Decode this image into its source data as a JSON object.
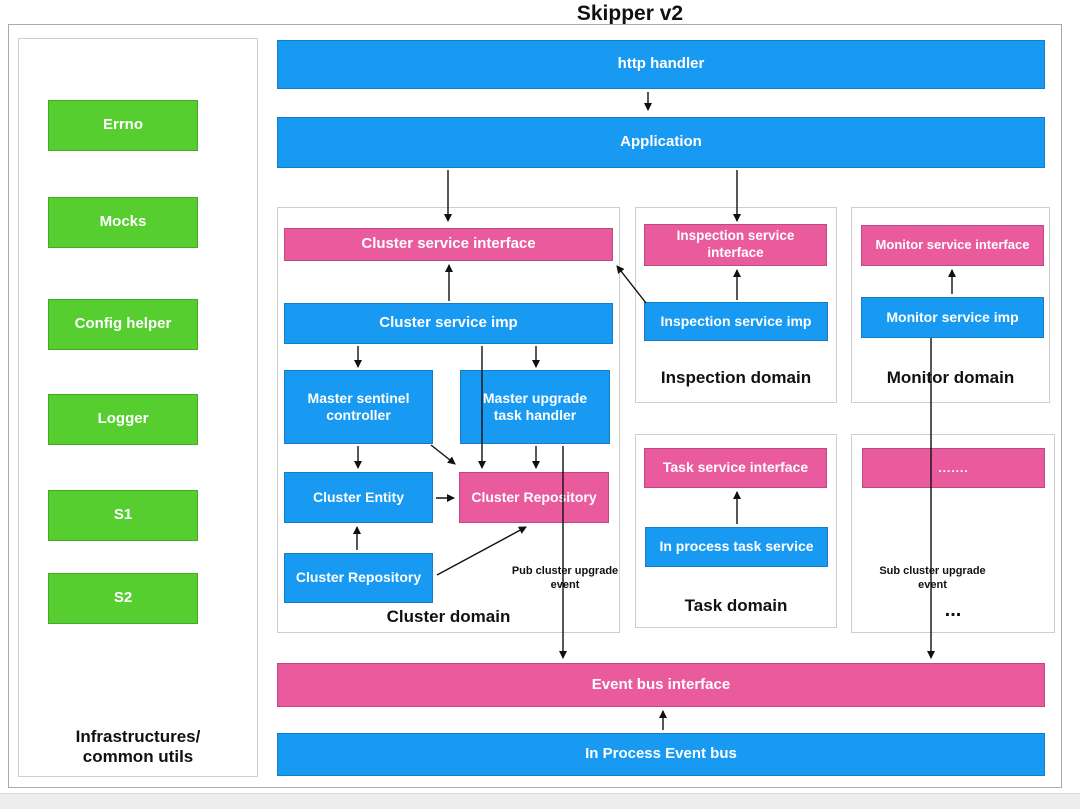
{
  "title": "Skipper v2",
  "colors": {
    "blue": "#189AF2",
    "pink": "#EA5B9E",
    "green": "#56CE30"
  },
  "sidebar": {
    "items": [
      "Errno",
      "Mocks",
      "Config helper",
      "Logger",
      "S1",
      "S2"
    ],
    "label": "Infrastructures/\ncommon utils"
  },
  "top": {
    "http_handler": "http handler",
    "application": "Application"
  },
  "cluster": {
    "label": "Cluster domain",
    "interface": "Cluster service interface",
    "imp": "Cluster service imp",
    "sentinel": "Master sentinel controller",
    "upgrade": "Master upgrade task handler",
    "entity": "Cluster Entity",
    "repository_interface": "Cluster Repository",
    "repository_imp": "Cluster Repository",
    "pub_note": "Pub cluster upgrade\nevent"
  },
  "inspection": {
    "label": "Inspection domain",
    "interface": "Inspection service interface",
    "imp": "Inspection service imp"
  },
  "monitor": {
    "label": "Monitor domain",
    "interface": "Monitor service interface",
    "imp": "Monitor service imp"
  },
  "task": {
    "label": "Task domain",
    "interface": "Task service interface",
    "imp": "In process task service"
  },
  "etc": {
    "label": "...",
    "box": ".......",
    "sub_note": "Sub cluster upgrade\nevent"
  },
  "event_bus": {
    "interface": "Event bus interface",
    "imp": "In Process Event bus"
  }
}
